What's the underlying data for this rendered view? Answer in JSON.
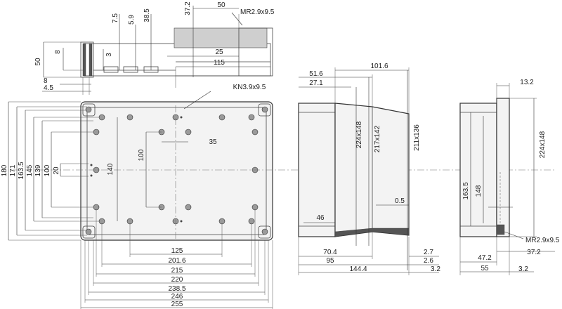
{
  "top_view": {
    "labels": [
      "50",
      "8",
      "3",
      "7.5",
      "5.9",
      "38.5",
      "37.2",
      "50",
      "MR2.9x9.5",
      "25",
      "115",
      "8",
      "4.5"
    ]
  },
  "front_view": {
    "label_kn": "KN3.9x9.5",
    "left_dims": [
      "180",
      "171",
      "163.5",
      "145",
      "139",
      "100",
      "20"
    ],
    "inner_vertical": [
      "140",
      "100",
      "35"
    ],
    "bottom_dims": [
      "125",
      "201.6",
      "215",
      "220",
      "238.5",
      "246",
      "255"
    ]
  },
  "side_view": {
    "top_dims": [
      "51.6",
      "101.6",
      "27.1"
    ],
    "rotated_dims": [
      "224x148",
      "217x142",
      "211x136"
    ],
    "inner_dims": [
      "46",
      "0.5"
    ],
    "bottom_left": [
      "70.4",
      "95",
      "144.4"
    ],
    "bottom_right": [
      "2.7",
      "2.6",
      "3.2"
    ]
  },
  "end_view": {
    "top_dims": [
      "13.2"
    ],
    "right_dim": "224x148",
    "left_dims": [
      "163.5",
      "148"
    ],
    "label_mr": "MR2.9x9.5",
    "bottom_dims": [
      "47.2",
      "37.2",
      "55",
      "3.2"
    ]
  }
}
